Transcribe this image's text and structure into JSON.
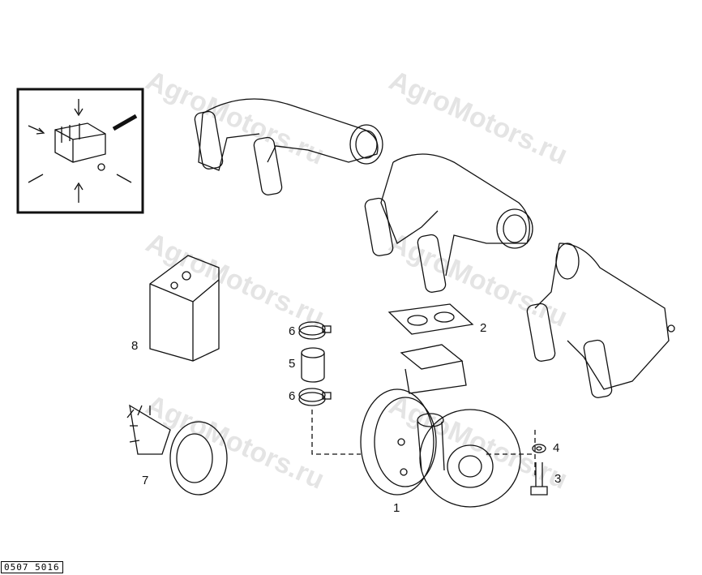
{
  "watermark": "AgroMotors.ru",
  "drawing_code": "0507 5016",
  "callouts": [
    "1",
    "2",
    "3",
    "4",
    "5",
    "6",
    "6",
    "7",
    "8"
  ],
  "parts": [
    "turbocharger",
    "gasket",
    "bolt",
    "washer",
    "sleeve",
    "clamp",
    "clamp",
    "cartridge",
    "heat-shield",
    "exhaust-manifold-front",
    "exhaust-manifold-middle",
    "exhaust-manifold-rear"
  ]
}
